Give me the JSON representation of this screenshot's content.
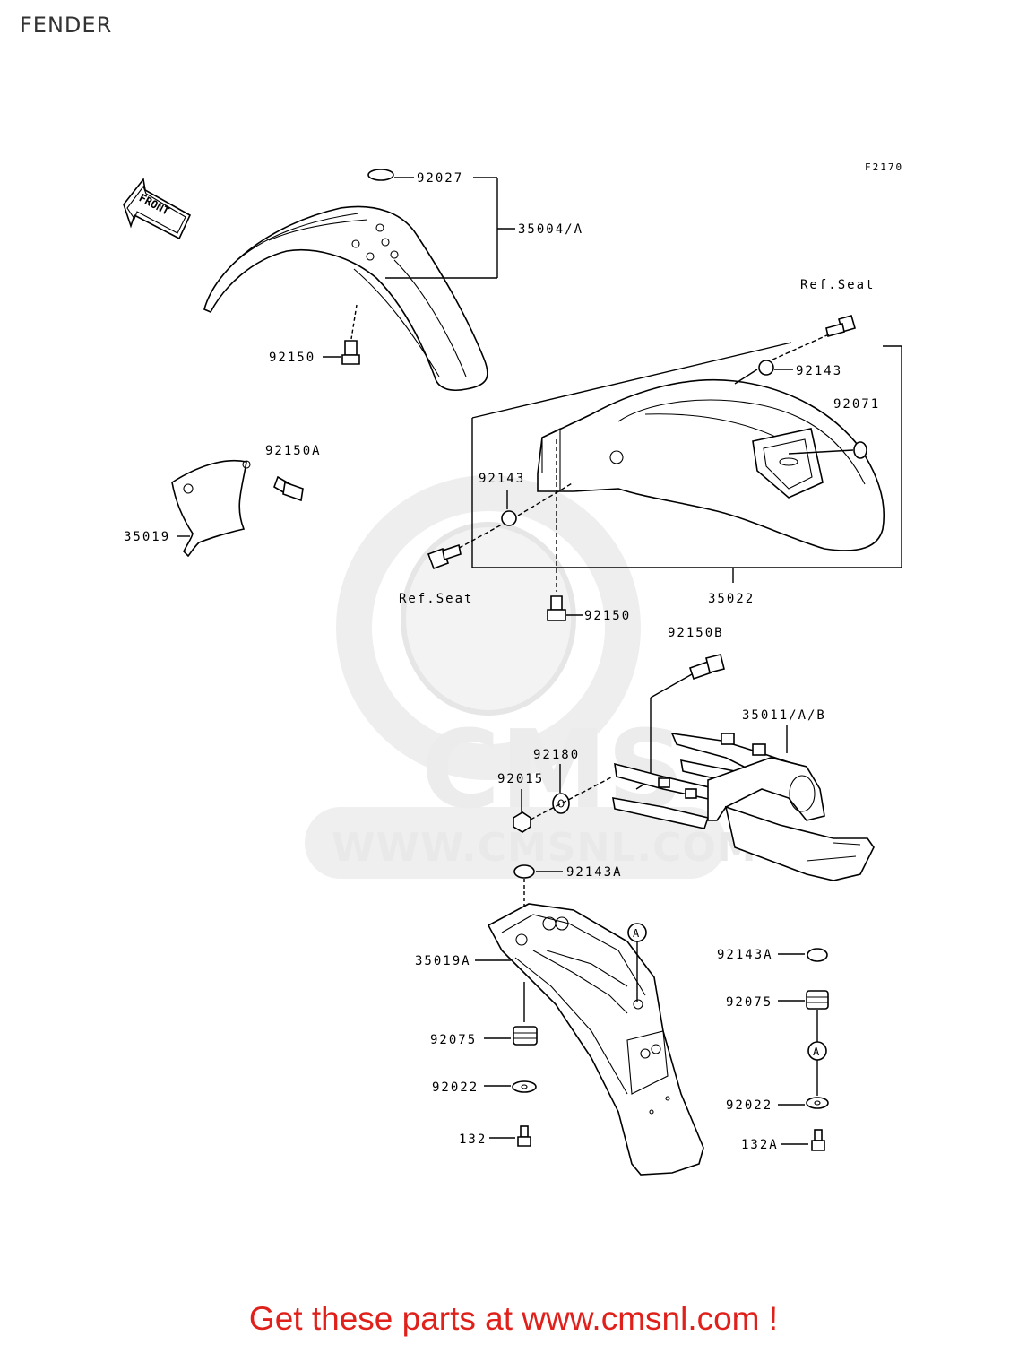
{
  "title": "FENDER",
  "figure_code": "F2170",
  "front_arrow_label": "FRONT",
  "watermark": {
    "logo_text": "CMS",
    "url_text": "WWW.CMSNL.COM"
  },
  "parts": {
    "p92027": "92027",
    "p35004A": "35004/A",
    "p92150_top": "92150",
    "p92150A": "92150A",
    "p35019": "35019",
    "refseat_top": "Ref.Seat",
    "p92143_top": "92143",
    "p92071": "92071",
    "p92143_mid": "92143",
    "refseat_mid": "Ref.Seat",
    "p35022": "35022",
    "p92150_mid": "92150",
    "p92150B": "92150B",
    "p35011AB": "35011/A/B",
    "p92180": "92180",
    "p92015": "92015",
    "p92143A_top": "92143A",
    "p35019A": "35019A",
    "p92075_left": "92075",
    "p92022_left": "92022",
    "p132": "132",
    "p92143A_right": "92143A",
    "p92075_right": "92075",
    "p92022_right": "92022",
    "p132A": "132A",
    "callout_a1": "A",
    "callout_a2": "A"
  },
  "footer_text": "Get these parts at www.cmsnl.com !",
  "colors": {
    "footer": "#e0211b",
    "watermark": "#e8e8e8",
    "lines": "#000000"
  }
}
